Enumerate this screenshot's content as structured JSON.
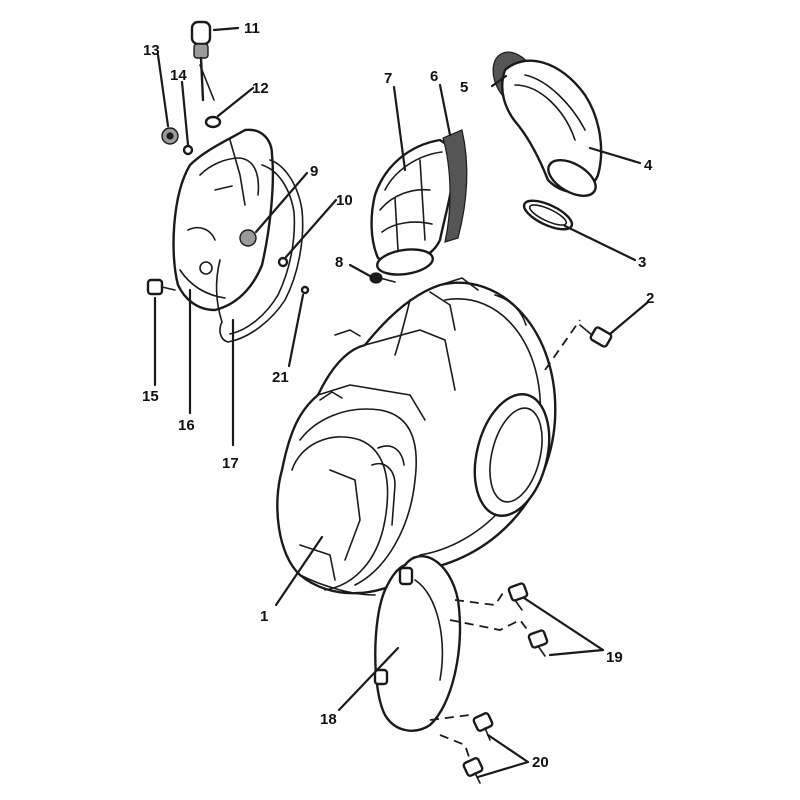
{
  "callouts": {
    "c1": "1",
    "c2": "2",
    "c3": "3",
    "c4": "4",
    "c5": "5",
    "c6": "6",
    "c7": "7",
    "c8": "8",
    "c9": "9",
    "c10": "10",
    "c11": "11",
    "c12": "12",
    "c13": "13",
    "c14": "14",
    "c15": "15",
    "c16": "16",
    "c17": "17",
    "c18": "18",
    "c19": "19",
    "c20": "20",
    "c21": "21"
  },
  "colors": {
    "line": "#1a1a1a",
    "background": "#ffffff"
  }
}
